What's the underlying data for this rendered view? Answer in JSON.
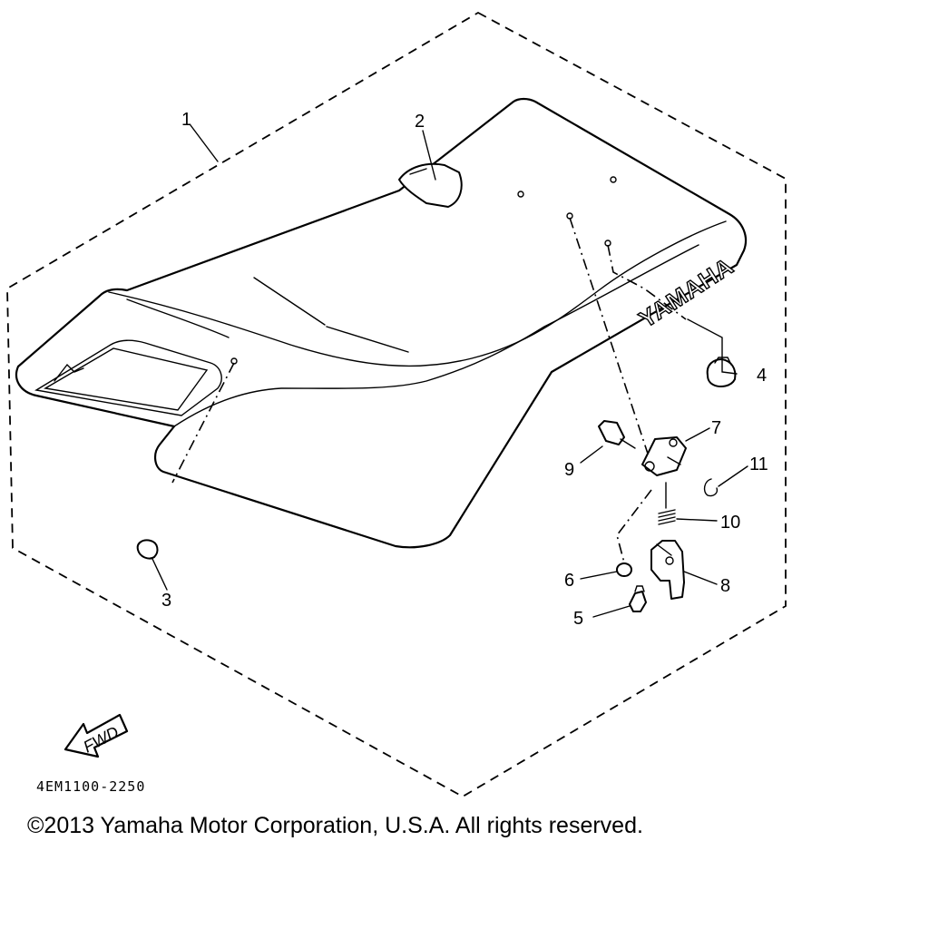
{
  "diagram": {
    "brand_text": "YAMAHA",
    "fwd_label": "FWD",
    "reference_code": "4EM1100-2250",
    "callouts": [
      {
        "id": "1",
        "label": "1"
      },
      {
        "id": "2",
        "label": "2"
      },
      {
        "id": "3",
        "label": "3"
      },
      {
        "id": "4",
        "label": "4"
      },
      {
        "id": "5",
        "label": "5"
      },
      {
        "id": "6",
        "label": "6"
      },
      {
        "id": "7",
        "label": "7"
      },
      {
        "id": "8",
        "label": "8"
      },
      {
        "id": "9",
        "label": "9"
      },
      {
        "id": "10",
        "label": "10"
      },
      {
        "id": "11",
        "label": "11"
      }
    ]
  },
  "footer": {
    "copyright": "©2013 Yamaha Motor Corporation, U.S.A. All rights reserved."
  }
}
